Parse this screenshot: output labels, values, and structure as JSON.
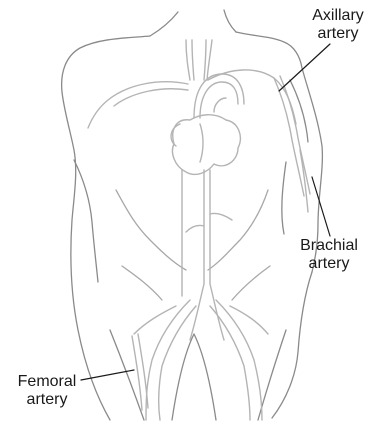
{
  "labels": {
    "axillary": {
      "line1": "Axillary",
      "line2": "artery"
    },
    "brachial": {
      "line1": "Brachial",
      "line2": "artery"
    },
    "femoral": {
      "line1": "Femoral",
      "line2": "artery"
    }
  },
  "colors": {
    "outline": "#8a8a8a",
    "vessel": "#b4b4b4",
    "leader": "#1a1a1a",
    "text": "#1a1a1a"
  }
}
